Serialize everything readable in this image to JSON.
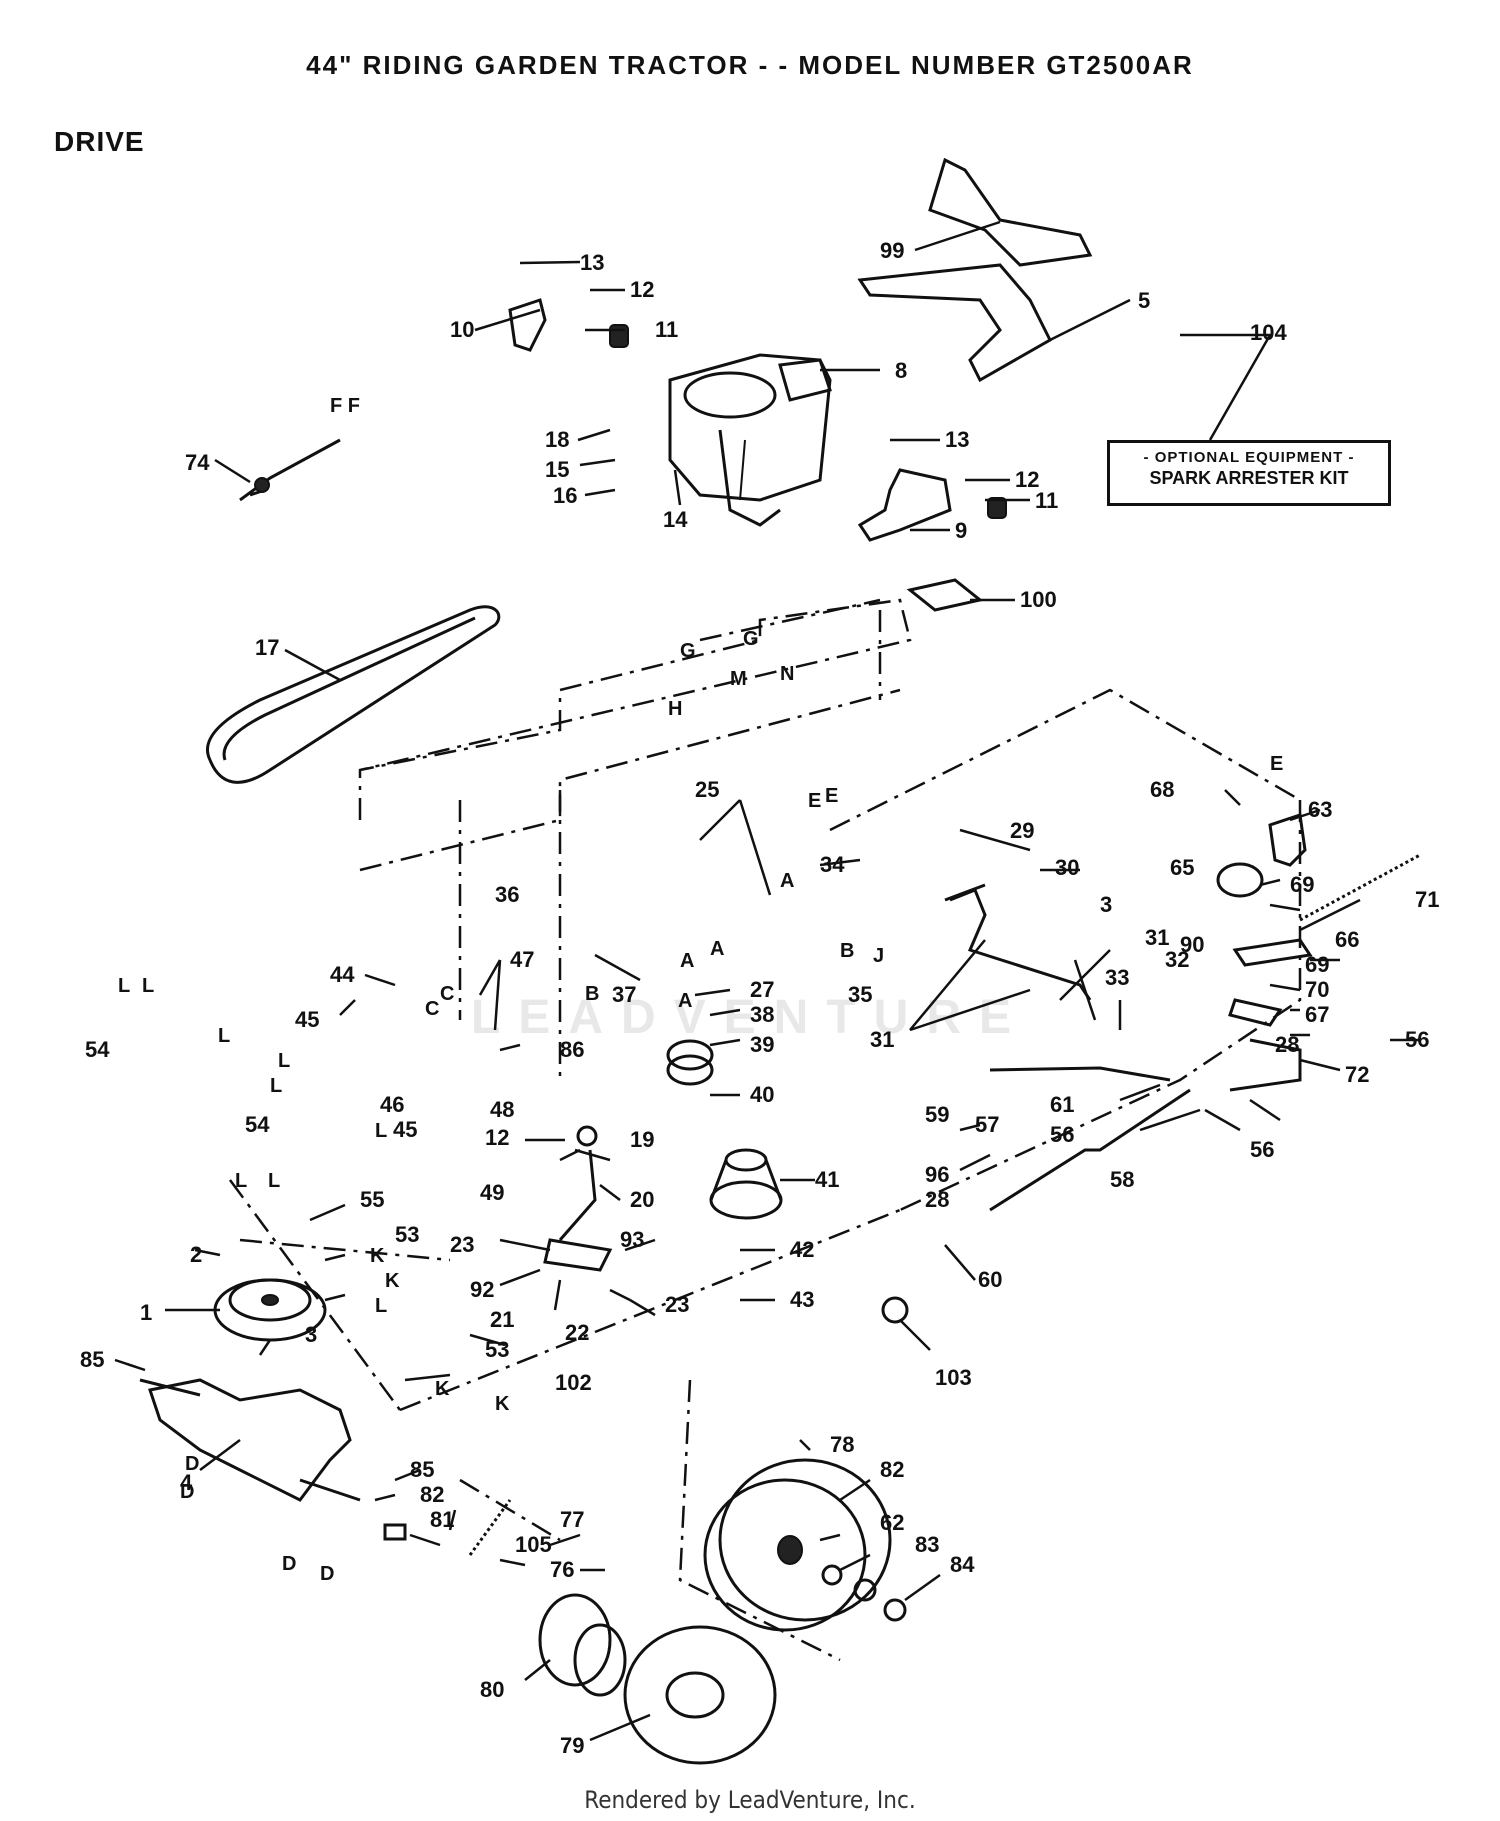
{
  "header": {
    "title": "44\" RIDING GARDEN TRACTOR - - MODEL NUMBER GT2500AR",
    "section": "DRIVE"
  },
  "optional_box": {
    "line1": "- OPTIONAL EQUIPMENT -",
    "line2": "SPARK ARRESTER KIT"
  },
  "watermark": "LEADVENTURE",
  "footer": "Rendered by LeadVenture, Inc.",
  "callouts": [
    {
      "id": "c1",
      "n": "1"
    },
    {
      "id": "c2",
      "n": "2"
    },
    {
      "id": "c3a",
      "n": "3"
    },
    {
      "id": "c3b",
      "n": "3"
    },
    {
      "id": "c4",
      "n": "4"
    },
    {
      "id": "c5",
      "n": "5"
    },
    {
      "id": "c8",
      "n": "8"
    },
    {
      "id": "c9",
      "n": "9"
    },
    {
      "id": "c10",
      "n": "10"
    },
    {
      "id": "c11a",
      "n": "11"
    },
    {
      "id": "c11b",
      "n": "11"
    },
    {
      "id": "c12a",
      "n": "12"
    },
    {
      "id": "c12b",
      "n": "12"
    },
    {
      "id": "c12c",
      "n": "12"
    },
    {
      "id": "c13a",
      "n": "13"
    },
    {
      "id": "c13b",
      "n": "13"
    },
    {
      "id": "c14",
      "n": "14"
    },
    {
      "id": "c15",
      "n": "15"
    },
    {
      "id": "c16",
      "n": "16"
    },
    {
      "id": "c17",
      "n": "17"
    },
    {
      "id": "c18",
      "n": "18"
    },
    {
      "id": "c19",
      "n": "19"
    },
    {
      "id": "c20",
      "n": "20"
    },
    {
      "id": "c21",
      "n": "21"
    },
    {
      "id": "c22",
      "n": "22"
    },
    {
      "id": "c23a",
      "n": "23"
    },
    {
      "id": "c23b",
      "n": "23"
    },
    {
      "id": "c25",
      "n": "25"
    },
    {
      "id": "c27",
      "n": "27"
    },
    {
      "id": "c28a",
      "n": "28"
    },
    {
      "id": "c28b",
      "n": "28"
    },
    {
      "id": "c29",
      "n": "29"
    },
    {
      "id": "c30",
      "n": "30"
    },
    {
      "id": "c31a",
      "n": "31"
    },
    {
      "id": "c31b",
      "n": "31"
    },
    {
      "id": "c32",
      "n": "32"
    },
    {
      "id": "c33",
      "n": "33"
    },
    {
      "id": "c34",
      "n": "34"
    },
    {
      "id": "c35",
      "n": "35"
    },
    {
      "id": "c36",
      "n": "36"
    },
    {
      "id": "c37",
      "n": "37"
    },
    {
      "id": "c38",
      "n": "38"
    },
    {
      "id": "c39",
      "n": "39"
    },
    {
      "id": "c40",
      "n": "40"
    },
    {
      "id": "c41",
      "n": "41"
    },
    {
      "id": "c42",
      "n": "42"
    },
    {
      "id": "c43",
      "n": "43"
    },
    {
      "id": "c44",
      "n": "44"
    },
    {
      "id": "c45a",
      "n": "45"
    },
    {
      "id": "c45b",
      "n": "45"
    },
    {
      "id": "c46",
      "n": "46"
    },
    {
      "id": "c47",
      "n": "47"
    },
    {
      "id": "c48",
      "n": "48"
    },
    {
      "id": "c49",
      "n": "49"
    },
    {
      "id": "c53a",
      "n": "53"
    },
    {
      "id": "c53b",
      "n": "53"
    },
    {
      "id": "c54a",
      "n": "54"
    },
    {
      "id": "c54b",
      "n": "54"
    },
    {
      "id": "c55",
      "n": "55"
    },
    {
      "id": "c56a",
      "n": "56"
    },
    {
      "id": "c56b",
      "n": "56"
    },
    {
      "id": "c56c",
      "n": "56"
    },
    {
      "id": "c57",
      "n": "57"
    },
    {
      "id": "c58",
      "n": "58"
    },
    {
      "id": "c59",
      "n": "59"
    },
    {
      "id": "c60",
      "n": "60"
    },
    {
      "id": "c61",
      "n": "61"
    },
    {
      "id": "c62",
      "n": "62"
    },
    {
      "id": "c63",
      "n": "63"
    },
    {
      "id": "c65",
      "n": "65"
    },
    {
      "id": "c66",
      "n": "66"
    },
    {
      "id": "c67",
      "n": "67"
    },
    {
      "id": "c68",
      "n": "68"
    },
    {
      "id": "c69a",
      "n": "69"
    },
    {
      "id": "c69b",
      "n": "69"
    },
    {
      "id": "c70",
      "n": "70"
    },
    {
      "id": "c71",
      "n": "71"
    },
    {
      "id": "c72",
      "n": "72"
    },
    {
      "id": "c74",
      "n": "74"
    },
    {
      "id": "c76",
      "n": "76"
    },
    {
      "id": "c77",
      "n": "77"
    },
    {
      "id": "c78",
      "n": "78"
    },
    {
      "id": "c79",
      "n": "79"
    },
    {
      "id": "c80",
      "n": "80"
    },
    {
      "id": "c81",
      "n": "81"
    },
    {
      "id": "c82a",
      "n": "82"
    },
    {
      "id": "c82b",
      "n": "82"
    },
    {
      "id": "c83",
      "n": "83"
    },
    {
      "id": "c84",
      "n": "84"
    },
    {
      "id": "c85a",
      "n": "85"
    },
    {
      "id": "c85b",
      "n": "85"
    },
    {
      "id": "c86",
      "n": "86"
    },
    {
      "id": "c90",
      "n": "90"
    },
    {
      "id": "c92",
      "n": "92"
    },
    {
      "id": "c93",
      "n": "93"
    },
    {
      "id": "c96",
      "n": "96"
    },
    {
      "id": "c99",
      "n": "99"
    },
    {
      "id": "c100",
      "n": "100"
    },
    {
      "id": "c102",
      "n": "102"
    },
    {
      "id": "c103",
      "n": "103"
    },
    {
      "id": "c104",
      "n": "104"
    },
    {
      "id": "c105",
      "n": "105"
    }
  ],
  "reference_letters": [
    {
      "id": "rFF",
      "t": "F F"
    },
    {
      "id": "rG1",
      "t": "G"
    },
    {
      "id": "rG2",
      "t": "G"
    },
    {
      "id": "rM",
      "t": "M"
    },
    {
      "id": "rN",
      "t": "N"
    },
    {
      "id": "rH",
      "t": "H"
    },
    {
      "id": "rE1",
      "t": "E"
    },
    {
      "id": "rE2",
      "t": "E"
    },
    {
      "id": "rE3",
      "t": "E"
    },
    {
      "id": "rA1",
      "t": "A"
    },
    {
      "id": "rA2",
      "t": "A"
    },
    {
      "id": "rA3",
      "t": "A"
    },
    {
      "id": "rA4",
      "t": "A"
    },
    {
      "id": "rJ",
      "t": "J"
    },
    {
      "id": "rB1",
      "t": "B"
    },
    {
      "id": "rB2",
      "t": "B"
    },
    {
      "id": "rC1",
      "t": "C"
    },
    {
      "id": "rC2",
      "t": "C"
    },
    {
      "id": "rL1",
      "t": "L"
    },
    {
      "id": "rL2",
      "t": "L"
    },
    {
      "id": "rL3",
      "t": "L"
    },
    {
      "id": "rL4",
      "t": "L"
    },
    {
      "id": "rL5",
      "t": "L"
    },
    {
      "id": "rL6",
      "t": "L"
    },
    {
      "id": "rL7",
      "t": "L"
    },
    {
      "id": "rL8",
      "t": "L"
    },
    {
      "id": "rL9",
      "t": "L"
    },
    {
      "id": "rK1",
      "t": "K"
    },
    {
      "id": "rK2",
      "t": "K"
    },
    {
      "id": "rK3",
      "t": "K"
    },
    {
      "id": "rK4",
      "t": "K"
    },
    {
      "id": "rD1",
      "t": "D"
    },
    {
      "id": "rD2",
      "t": "D"
    },
    {
      "id": "rD3",
      "t": "D"
    },
    {
      "id": "rD4",
      "t": "D"
    }
  ]
}
